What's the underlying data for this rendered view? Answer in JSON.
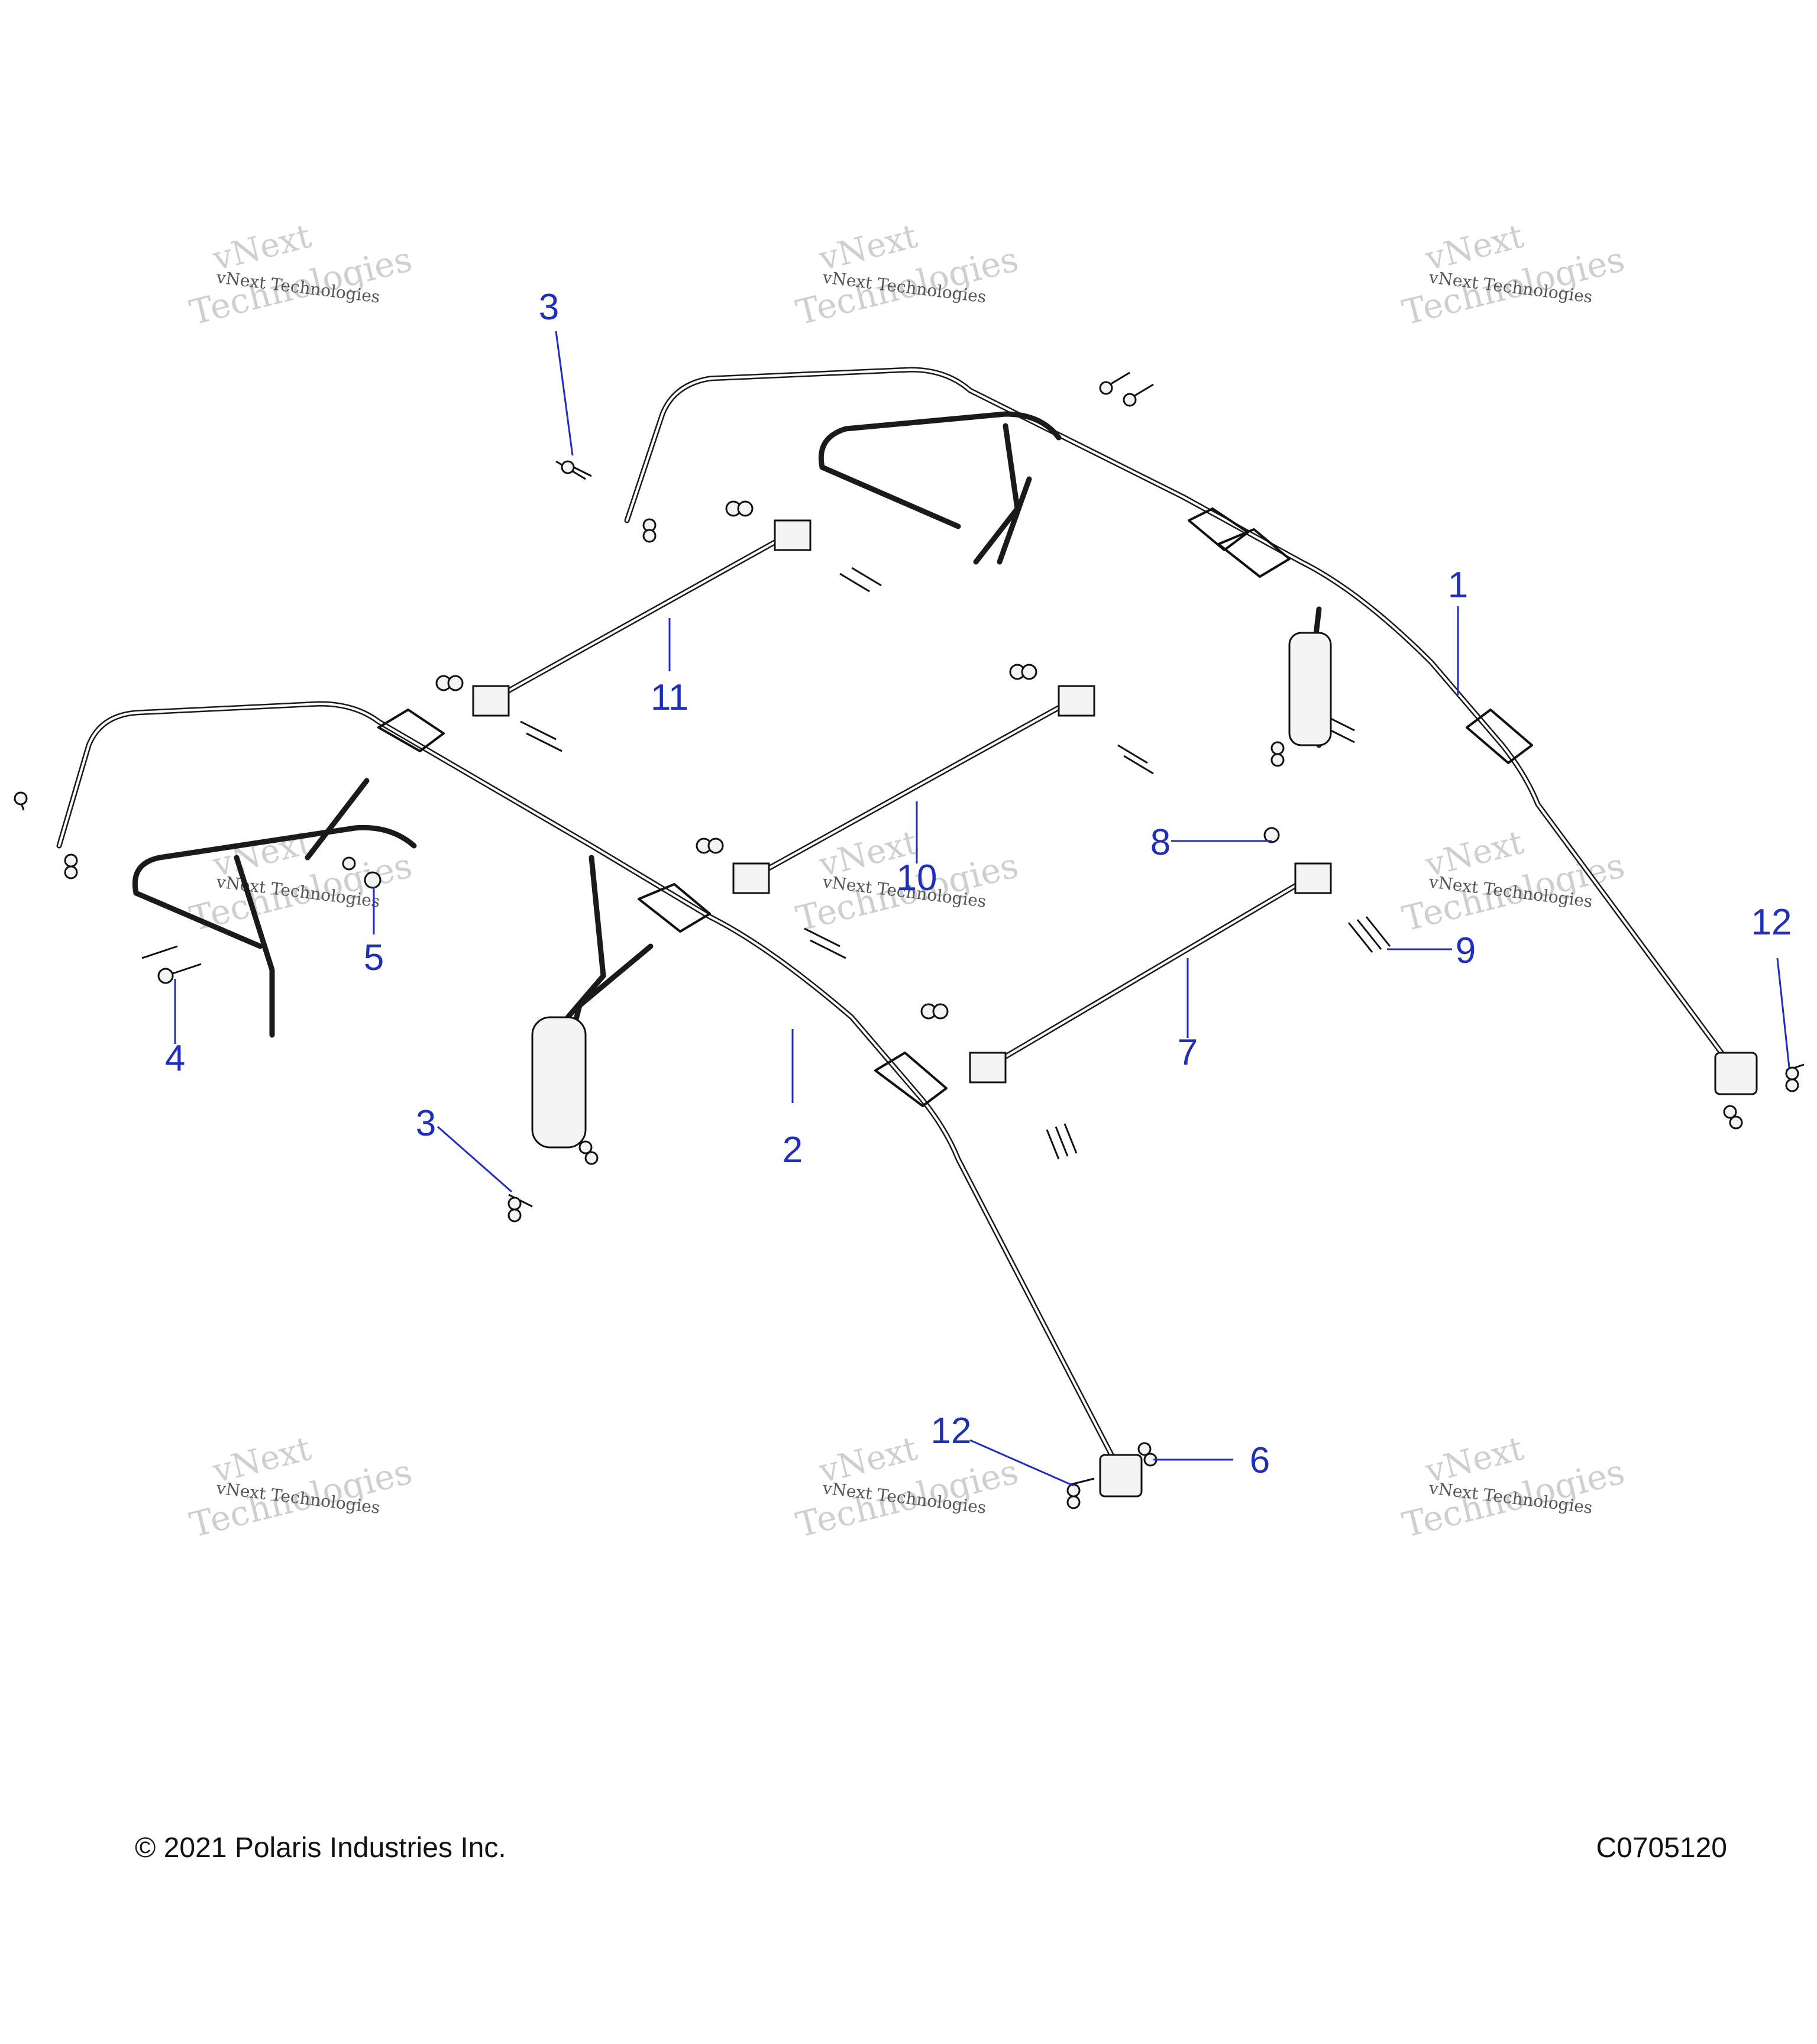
{
  "callouts": [
    {
      "num": "1"
    },
    {
      "num": "2"
    },
    {
      "num": "3"
    },
    {
      "num": "3"
    },
    {
      "num": "4"
    },
    {
      "num": "5"
    },
    {
      "num": "6"
    },
    {
      "num": "7"
    },
    {
      "num": "8"
    },
    {
      "num": "9"
    },
    {
      "num": "10"
    },
    {
      "num": "11"
    },
    {
      "num": "12"
    },
    {
      "num": "12"
    }
  ],
  "watermark": {
    "line1": "vNext",
    "line2": "vNext Technologies",
    "line3": "Technologies"
  },
  "footer": {
    "copyright": "© 2021 Polaris Industries Inc.",
    "code": "C0705120"
  },
  "colors": {
    "callout": "#1f2fb8",
    "line": "#111111"
  }
}
